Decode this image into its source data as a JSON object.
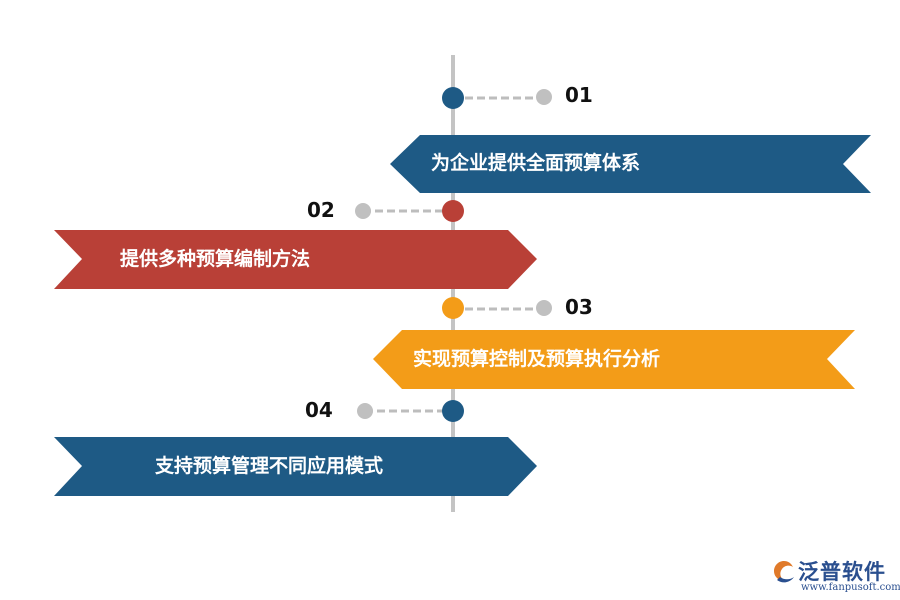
{
  "colors": {
    "blue": "#1e5a85",
    "red": "#b94037",
    "orange": "#f39c18",
    "line": "#bdbdbd",
    "gray_dot": "#c0c0c0"
  },
  "items": [
    {
      "number": "01",
      "text": "为企业提供全面预算体系",
      "color": "blue"
    },
    {
      "number": "02",
      "text": "提供多种预算编制方法",
      "color": "red"
    },
    {
      "number": "03",
      "text": "实现预算控制及预算执行分析",
      "color": "orange"
    },
    {
      "number": "04",
      "text": "支持预算管理不同应用模式",
      "color": "blue"
    }
  ],
  "logo": {
    "brand": "泛普软件",
    "url": "www.fanpusoft.com",
    "icon": "fanpu-logo-icon"
  }
}
